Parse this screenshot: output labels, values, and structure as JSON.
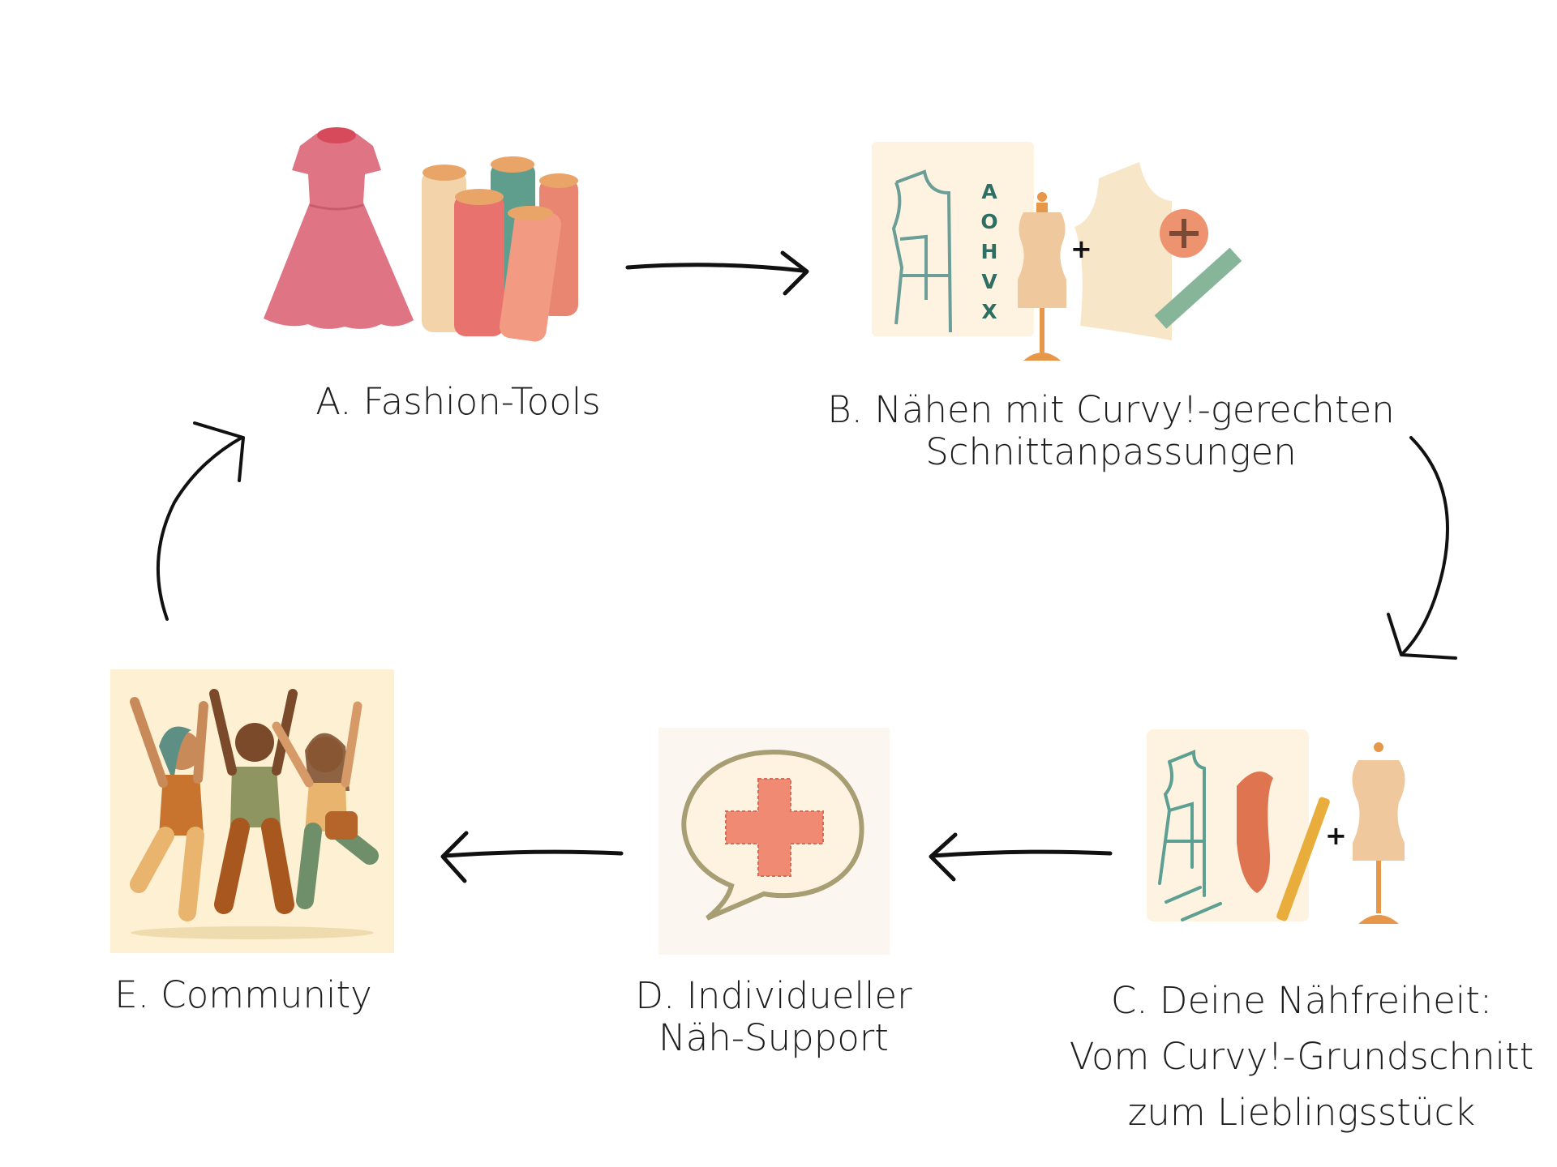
{
  "steps": {
    "a": {
      "label": "A. Fashion-Tools"
    },
    "b": {
      "label_line1": "B. Nähen mit Curvy!-gerechten",
      "label_line2": "Schnittanpassungen",
      "figure_letters": [
        "A",
        "O",
        "H",
        "V",
        "X"
      ],
      "plus": "+"
    },
    "c": {
      "label_line1": "C. Deine Nähfreiheit:",
      "label_line2": "Vom Curvy!-Grundschnitt",
      "label_line3": "zum Lieblingsstück",
      "plus": "+"
    },
    "d": {
      "label_line1": "D. Individueller",
      "label_line2": "Näh-Support"
    },
    "e": {
      "label": "E. Community"
    }
  },
  "colors": {
    "cream": "#fdf3e0",
    "teal": "#6a9e96",
    "peach": "#f0c89e",
    "orange": "#e6974a",
    "coral": "#f08a72",
    "pink": "#df7485",
    "arrow": "#111111"
  }
}
